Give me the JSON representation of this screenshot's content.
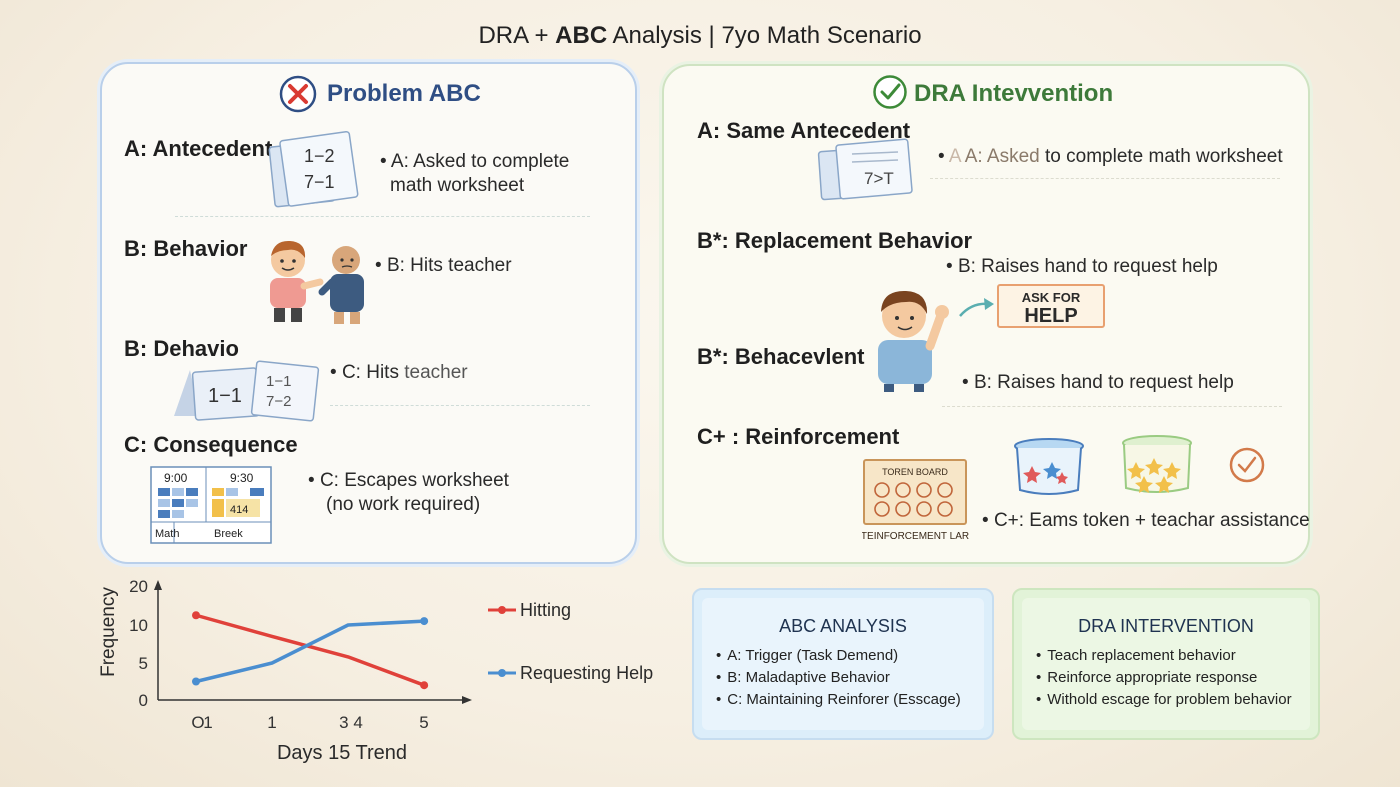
{
  "title": {
    "prefix": "DRA + ",
    "bold": "ABC",
    "suffix": " Analysis | 7yo Math Scenario"
  },
  "left_panel": {
    "title": "Problem ABC",
    "antecedent": {
      "heading": "A: Antecedent",
      "bullet_line1": "A: Asked to complete",
      "bullet_line2": "math worksheet",
      "worksheet_top": "1−2",
      "worksheet_bottom": "7−1"
    },
    "behavior": {
      "heading": "B: Behavior",
      "bullet": "B: Hits teacher"
    },
    "behavior2": {
      "heading": "B: Dehavio",
      "bullet_prefix": "C: Hits ",
      "bullet_bold": "teacher",
      "card_a": "1−1",
      "card_b_top": "1−1",
      "card_b_bottom": "7−2"
    },
    "consequence": {
      "heading": "C: Consequence",
      "bullet_line1": "C: Escapes worksheet",
      "bullet_line2": "(no work required)",
      "schedule_time1": "9:00",
      "schedule_time2": "9:30",
      "schedule_label1": "Math",
      "schedule_label2": "Breek",
      "schedule_num": "414"
    }
  },
  "right_panel": {
    "title": "DRA Intevvention",
    "antecedent": {
      "heading": "A: Same Antecedent",
      "bullet_faded": "A ",
      "bullet_mid": "A: Asked",
      "bullet_rest": " to complete math worksheet",
      "worksheet": "7>T"
    },
    "replacement": {
      "heading": "B*: Replacement Behavior",
      "bullet": "B: Raises hand to request help",
      "sign_line1": "ASK FOR",
      "sign_line2": "HELP"
    },
    "behavior2": {
      "heading": "B*: Behacevlent",
      "bullet": "B: Raises hand to request help"
    },
    "reinforcement": {
      "heading": "C+ : Reinforcement",
      "bullet": "C+: Eams token + teachar assistance",
      "board_label": "TOREN BOARD",
      "jar_label": "TEINFORCEMENT LAR"
    }
  },
  "chart_data": {
    "type": "line",
    "title": "",
    "xlabel": "Days 15 Trend",
    "ylabel": "Frequency",
    "yticks": [
      "20",
      "10",
      "5",
      "0"
    ],
    "xticks": [
      "O",
      "1",
      "1",
      "3 4",
      "5"
    ],
    "series": [
      {
        "name": "Hitting",
        "color": "#e0413a",
        "points": [
          [
            0,
            12.5
          ],
          [
            1.5,
            8.5
          ],
          [
            3,
            5.8
          ],
          [
            4.5,
            2.0
          ]
        ]
      },
      {
        "name": "Requesting Help",
        "color": "#4a8ed0",
        "points": [
          [
            0,
            2.5
          ],
          [
            1.5,
            5.0
          ],
          [
            3,
            10.0
          ],
          [
            4.5,
            11.0
          ]
        ]
      }
    ]
  },
  "abc_card": {
    "title": "ABC ANALYSIS",
    "items": [
      "A: Trigger (Task Demend)",
      "B: Maladaptive Behavior",
      "C: Maintaining Reinforer (Esscage)"
    ]
  },
  "dra_card": {
    "title": "DRA INTERVENTION",
    "items": [
      "Teach replacement behavior",
      "Reinforce appropriate response",
      "Withold escage for problem behavior"
    ]
  },
  "colors": {
    "left_border": "#b9cfea",
    "right_border": "#cfe3c2",
    "hitting": "#e0413a",
    "requesting": "#4a8ed0",
    "x_icon": "#d93a32",
    "check_icon": "#3d8a38"
  }
}
